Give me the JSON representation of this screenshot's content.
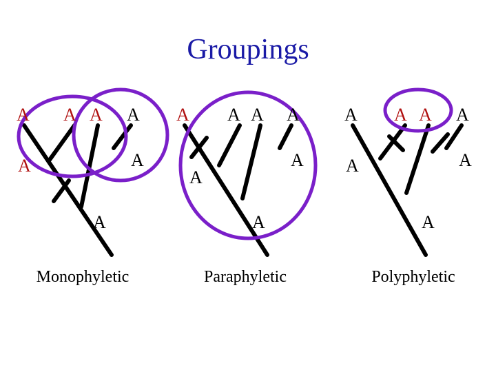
{
  "title": "Groupings",
  "colors": {
    "title": "#1a1aa6",
    "highlight_label": "#b01010",
    "label": "#000000",
    "circle": "#7a1fc9",
    "branch": "#000000"
  },
  "panels": [
    {
      "caption": "Monophyletic",
      "tips": [
        "A",
        "A",
        "A",
        "A"
      ],
      "nodes": [
        "A",
        "A",
        "A"
      ]
    },
    {
      "caption": "Paraphyletic",
      "tips": [
        "A",
        "A",
        "A",
        "A"
      ],
      "nodes": [
        "A",
        "A",
        "A"
      ]
    },
    {
      "caption": "Polyphyletic",
      "tips": [
        "A",
        "A",
        "A",
        "A"
      ],
      "nodes": [
        "A",
        "A",
        "A"
      ]
    }
  ]
}
